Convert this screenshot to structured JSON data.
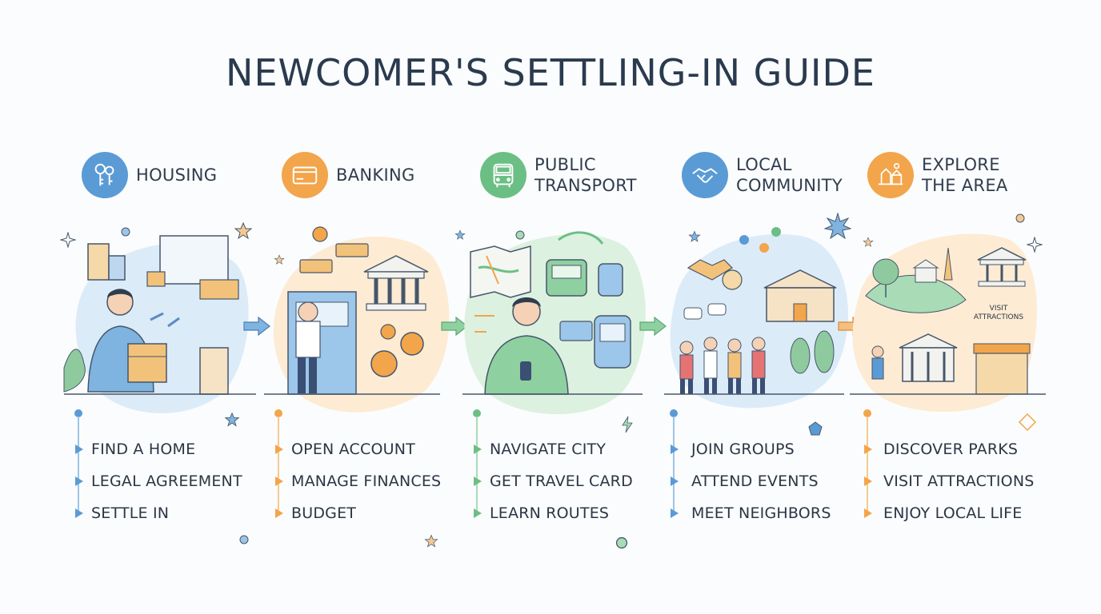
{
  "title": "NEWCOMER'S SETTLING-IN GUIDE",
  "colors": {
    "blue": "#5b9bd5",
    "orange": "#f2a54a",
    "green": "#6cbf84",
    "text": "#2a3a4f",
    "blob_blue": "#dcebf8",
    "blob_orange": "#fdebd3",
    "blob_green": "#dcf1e0"
  },
  "steps": [
    {
      "icon": "keys-icon",
      "title_lines": [
        "HOUSING"
      ],
      "tasks": [
        "FIND A HOME",
        "LEGAL AGREEMENT",
        "SETTLE IN"
      ]
    },
    {
      "icon": "credit-card-icon",
      "title_lines": [
        "BANKING"
      ],
      "tasks": [
        "OPEN ACCOUNT",
        "MANAGE FINANCES",
        "BUDGET"
      ]
    },
    {
      "icon": "bus-icon",
      "title_lines": [
        "PUBLIC",
        "TRANSPORT"
      ],
      "tasks": [
        "NAVIGATE CITY",
        "GET TRAVEL CARD",
        "LEARN ROUTES"
      ]
    },
    {
      "icon": "handshake-icon",
      "title_lines": [
        "LOCAL",
        "COMMUNITY"
      ],
      "tasks": [
        "JOIN GROUPS",
        "ATTEND EVENTS",
        "MEET NEIGHBORS"
      ]
    },
    {
      "icon": "landmarks-icon",
      "title_lines": [
        "EXPLORE",
        "THE AREA"
      ],
      "tasks": [
        "DISCOVER PARKS",
        "VISIT ATTRACTIONS",
        "ENJOY LOCAL LIFE"
      ]
    }
  ],
  "scene_labels": {
    "visit_attractions_sign": "VISIT ATTRACTIONS"
  }
}
